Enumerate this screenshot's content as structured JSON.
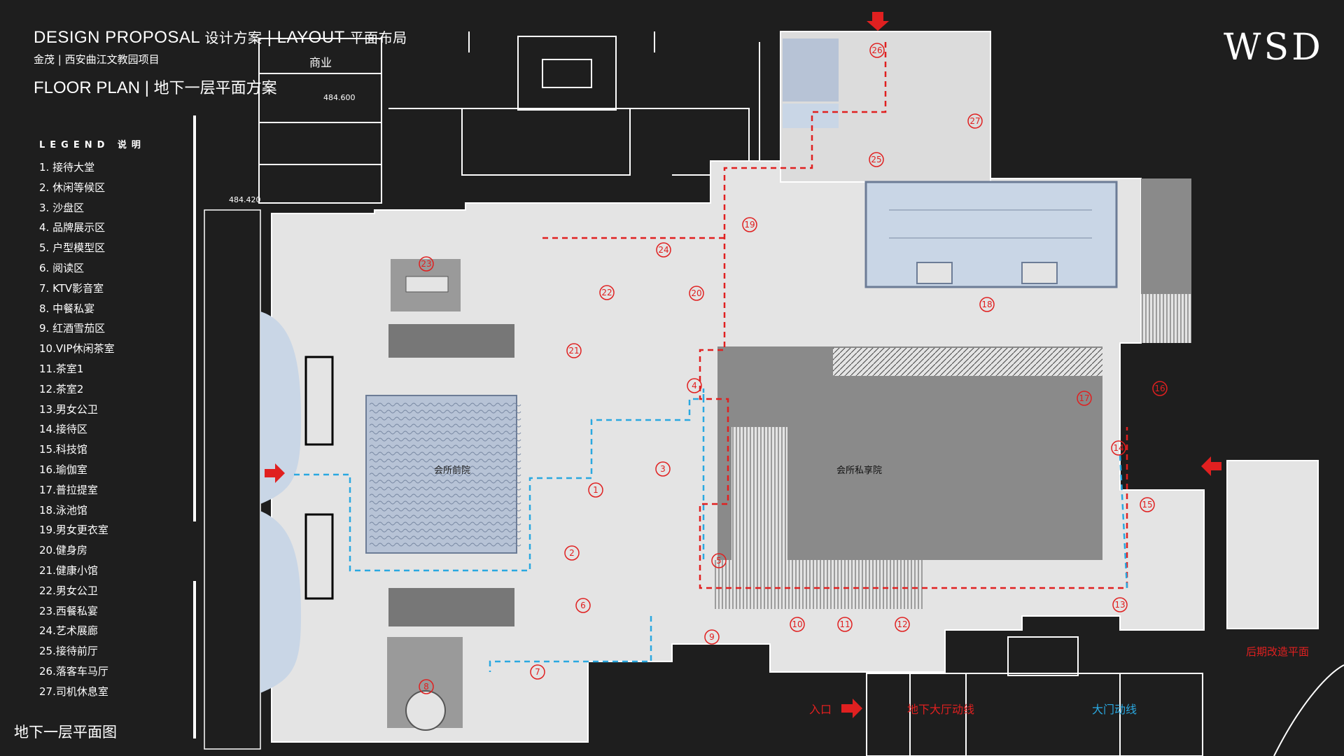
{
  "header": {
    "title_en": "DESIGN PROPOSAL",
    "title_cn1": "设计方案",
    "title_sep": "|",
    "title_layout": "LAYOUT",
    "title_cn2": "平面布局",
    "subtitle": "金茂 | 西安曲江文教园项目"
  },
  "floor_title": {
    "en": "FLOOR PLAN",
    "sep": "|",
    "cn": "地下一层平面方案"
  },
  "legend": {
    "header": "LEGEND 说明",
    "items": [
      "1. 接待大堂",
      "2. 休闲等候区",
      "3. 沙盘区",
      "4. 品牌展示区",
      "5. 户型模型区",
      "6. 阅读区",
      "7. KTV影音室",
      "8. 中餐私宴",
      "9. 红酒雪茄区",
      "10.VIP休闲茶室",
      "11.茶室1",
      "12.茶室2",
      "13.男女公卫",
      "14.接待区",
      "15.科技馆",
      "16.瑜伽室",
      "17.普拉提室",
      "18.泳池馆",
      "19.男女更衣室",
      "20.健身房",
      "21.健康小馆",
      "22.男女公卫",
      "23.西餐私宴",
      "24.艺术展廊",
      "25.接待前厅",
      "26.落客车马厅",
      "27.司机休息室"
    ]
  },
  "plan_caption": "地下一层平面图",
  "logo": "WSD",
  "plan": {
    "labels": {
      "front_court": "会所前院",
      "private_court": "会所私享院",
      "commercial": "商业",
      "elevation_1": "484.600",
      "elevation_2": "484.420"
    },
    "room_numbers": [
      "1",
      "2",
      "3",
      "4",
      "5",
      "6",
      "7",
      "8",
      "9",
      "10",
      "11",
      "12",
      "13",
      "14",
      "15",
      "16",
      "17",
      "18",
      "19",
      "20",
      "21",
      "22",
      "23",
      "24",
      "25",
      "26",
      "27"
    ]
  },
  "flow_legend": {
    "entrance": "入口",
    "hall_flow": "地下大厅动线",
    "gate_flow": "大门动线",
    "later_plan": "后期改造平面"
  },
  "colors": {
    "background": "#1e1e1e",
    "plan_fill": "#e4e4e4",
    "court_gray": "#8a8a8a",
    "water_blue": "#c9d6e6",
    "accent_red": "#e02020",
    "flow_blue": "#2aa8e0"
  }
}
